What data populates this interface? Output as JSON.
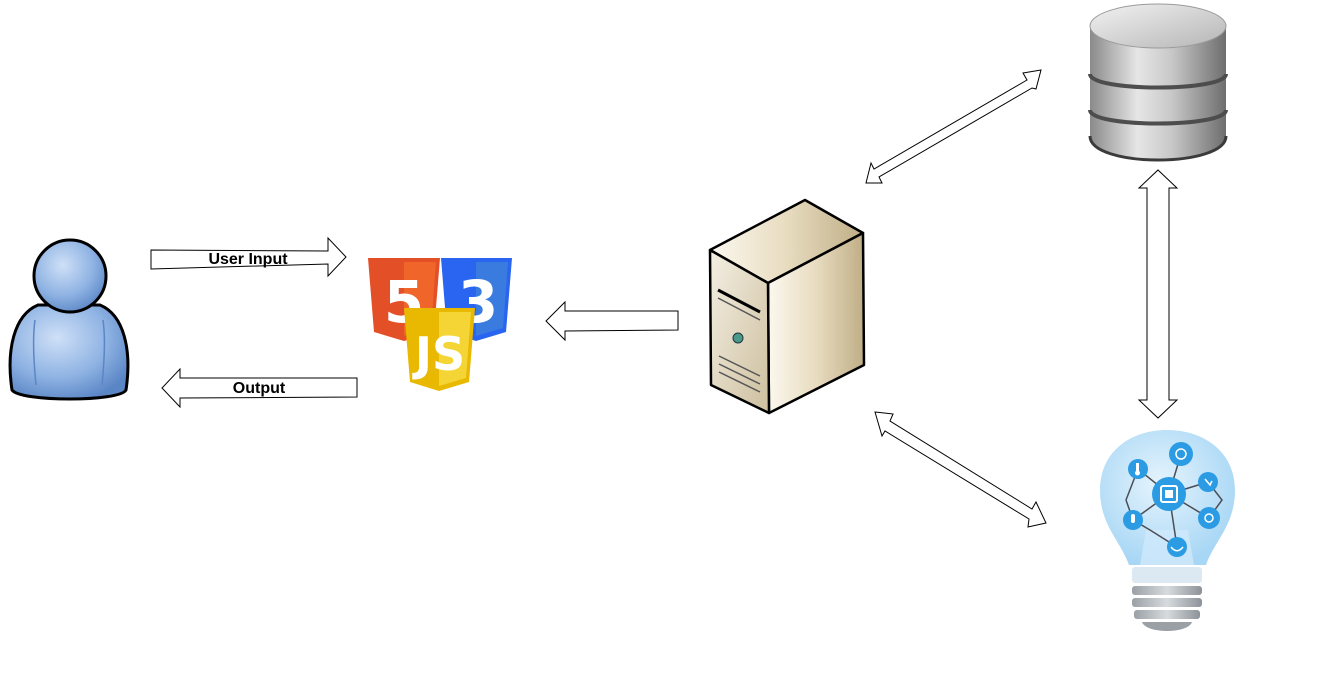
{
  "nodes": {
    "user": {
      "icon": "user-icon"
    },
    "frontend": {
      "icon": "html5-css3-js-logos-icon",
      "badges": [
        "5",
        "3",
        "JS"
      ],
      "colors": {
        "html": "#e34f26",
        "css": "#2965f1",
        "js": "#f0d01c"
      }
    },
    "server": {
      "icon": "server-tower-icon"
    },
    "database": {
      "icon": "database-icon"
    },
    "iot": {
      "icon": "iot-lightbulb-icon",
      "accent": "#2b9be3"
    }
  },
  "arrows": {
    "user_input": {
      "label": "User Input"
    },
    "output": {
      "label": "Output"
    }
  }
}
